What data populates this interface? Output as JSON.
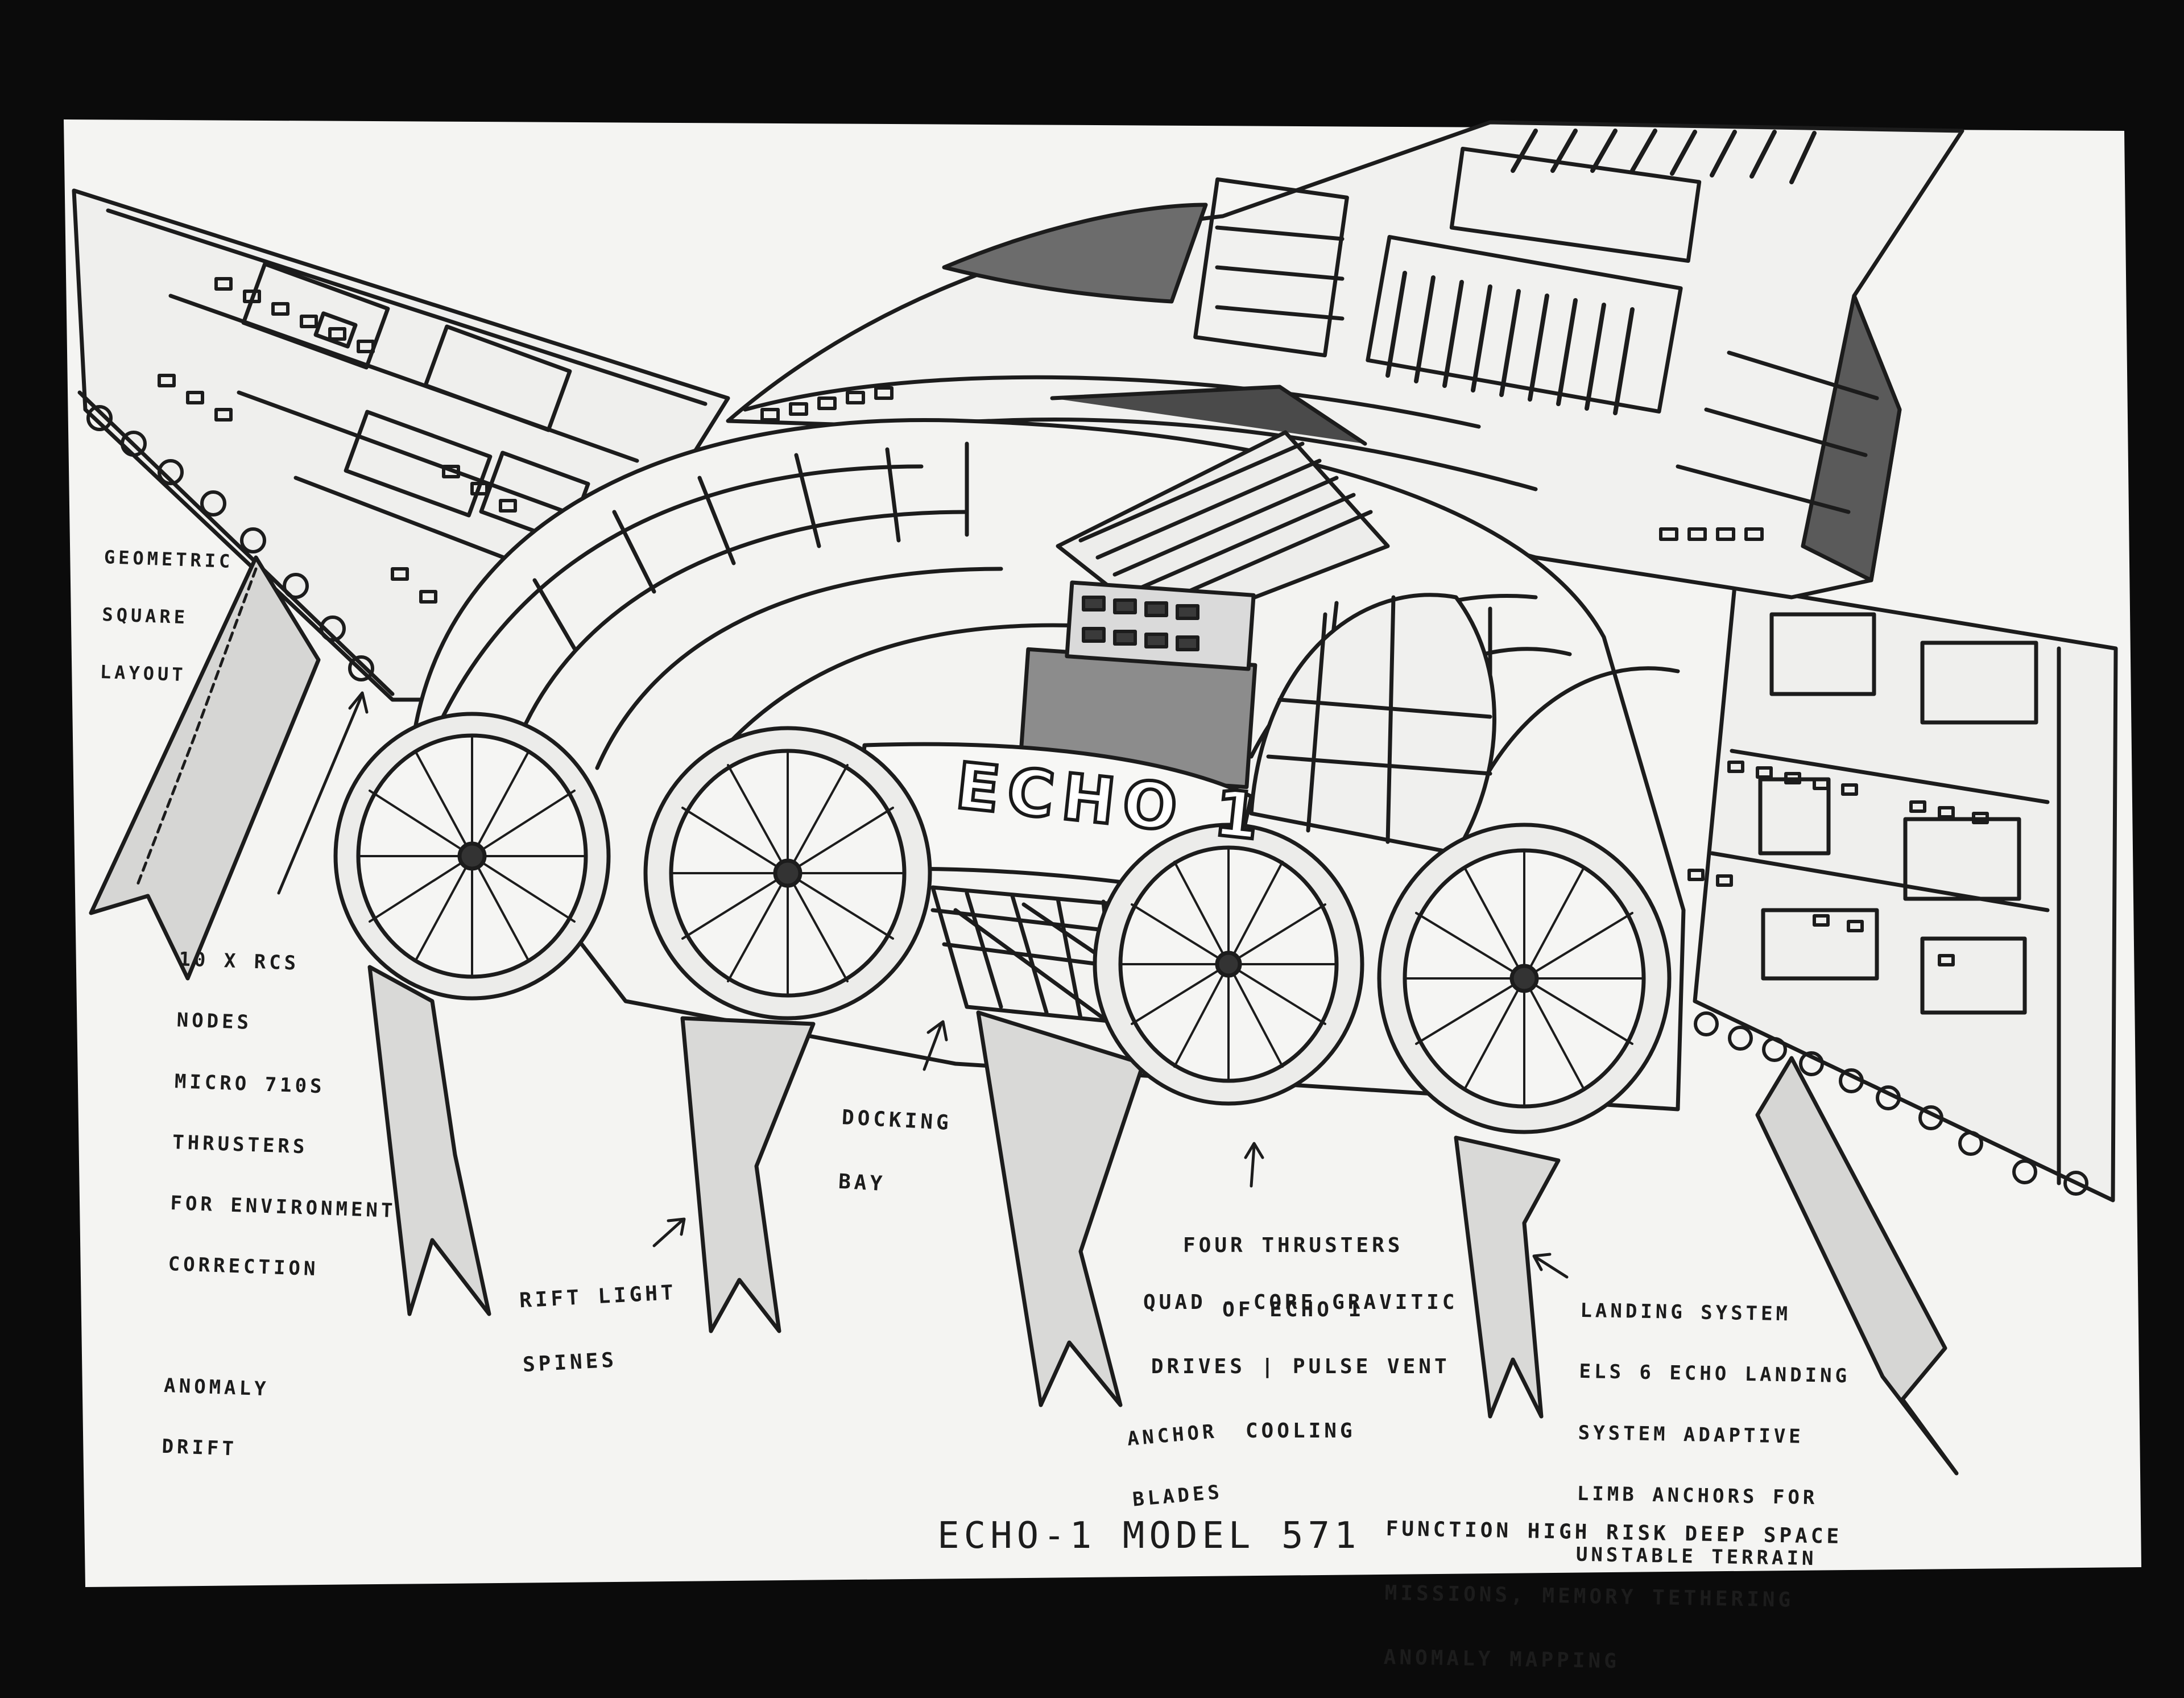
{
  "title": {
    "text": "ECHO-1 MODEL 571"
  },
  "hull_marking": "ECHO 1",
  "annotations": {
    "geometric": [
      "GEOMETRIC",
      "SQUARE",
      "LAYOUT"
    ],
    "rcs": [
      "10 X RCS",
      "NODES",
      "MICRO 710S",
      "THRUSTERS",
      "FOR ENVIRONMENT",
      "CORRECTION",
      "",
      "ANOMALY",
      "DRIFT"
    ],
    "docking": [
      "DOCKING",
      "BAY"
    ],
    "rift": [
      "RIFT LIGHT",
      "SPINES"
    ],
    "anchor": [
      "ANCHOR",
      "BLADES"
    ],
    "four_thrusters": [
      "FOUR THRUSTERS",
      "OF ECHO 1"
    ],
    "quad_core": [
      "QUAD - CORE GRAVITIC",
      "DRIVES | PULSE VENT",
      "COOLING"
    ],
    "landing": [
      "LANDING SYSTEM",
      "ELS 6 ECHO LANDING",
      "SYSTEM ADAPTIVE",
      "LIMB ANCHORS FOR",
      "UNSTABLE TERRAIN"
    ],
    "function": [
      "FUNCTION HIGH RISK DEEP SPACE",
      "MISSIONS, MEMORY TETHERING",
      "ANOMALY MAPPING"
    ]
  },
  "colors": {
    "background": "#0b0b0b",
    "paper": "#f4f4f2",
    "ink": "#1c1c1c",
    "shade": "#8a8a8a"
  }
}
